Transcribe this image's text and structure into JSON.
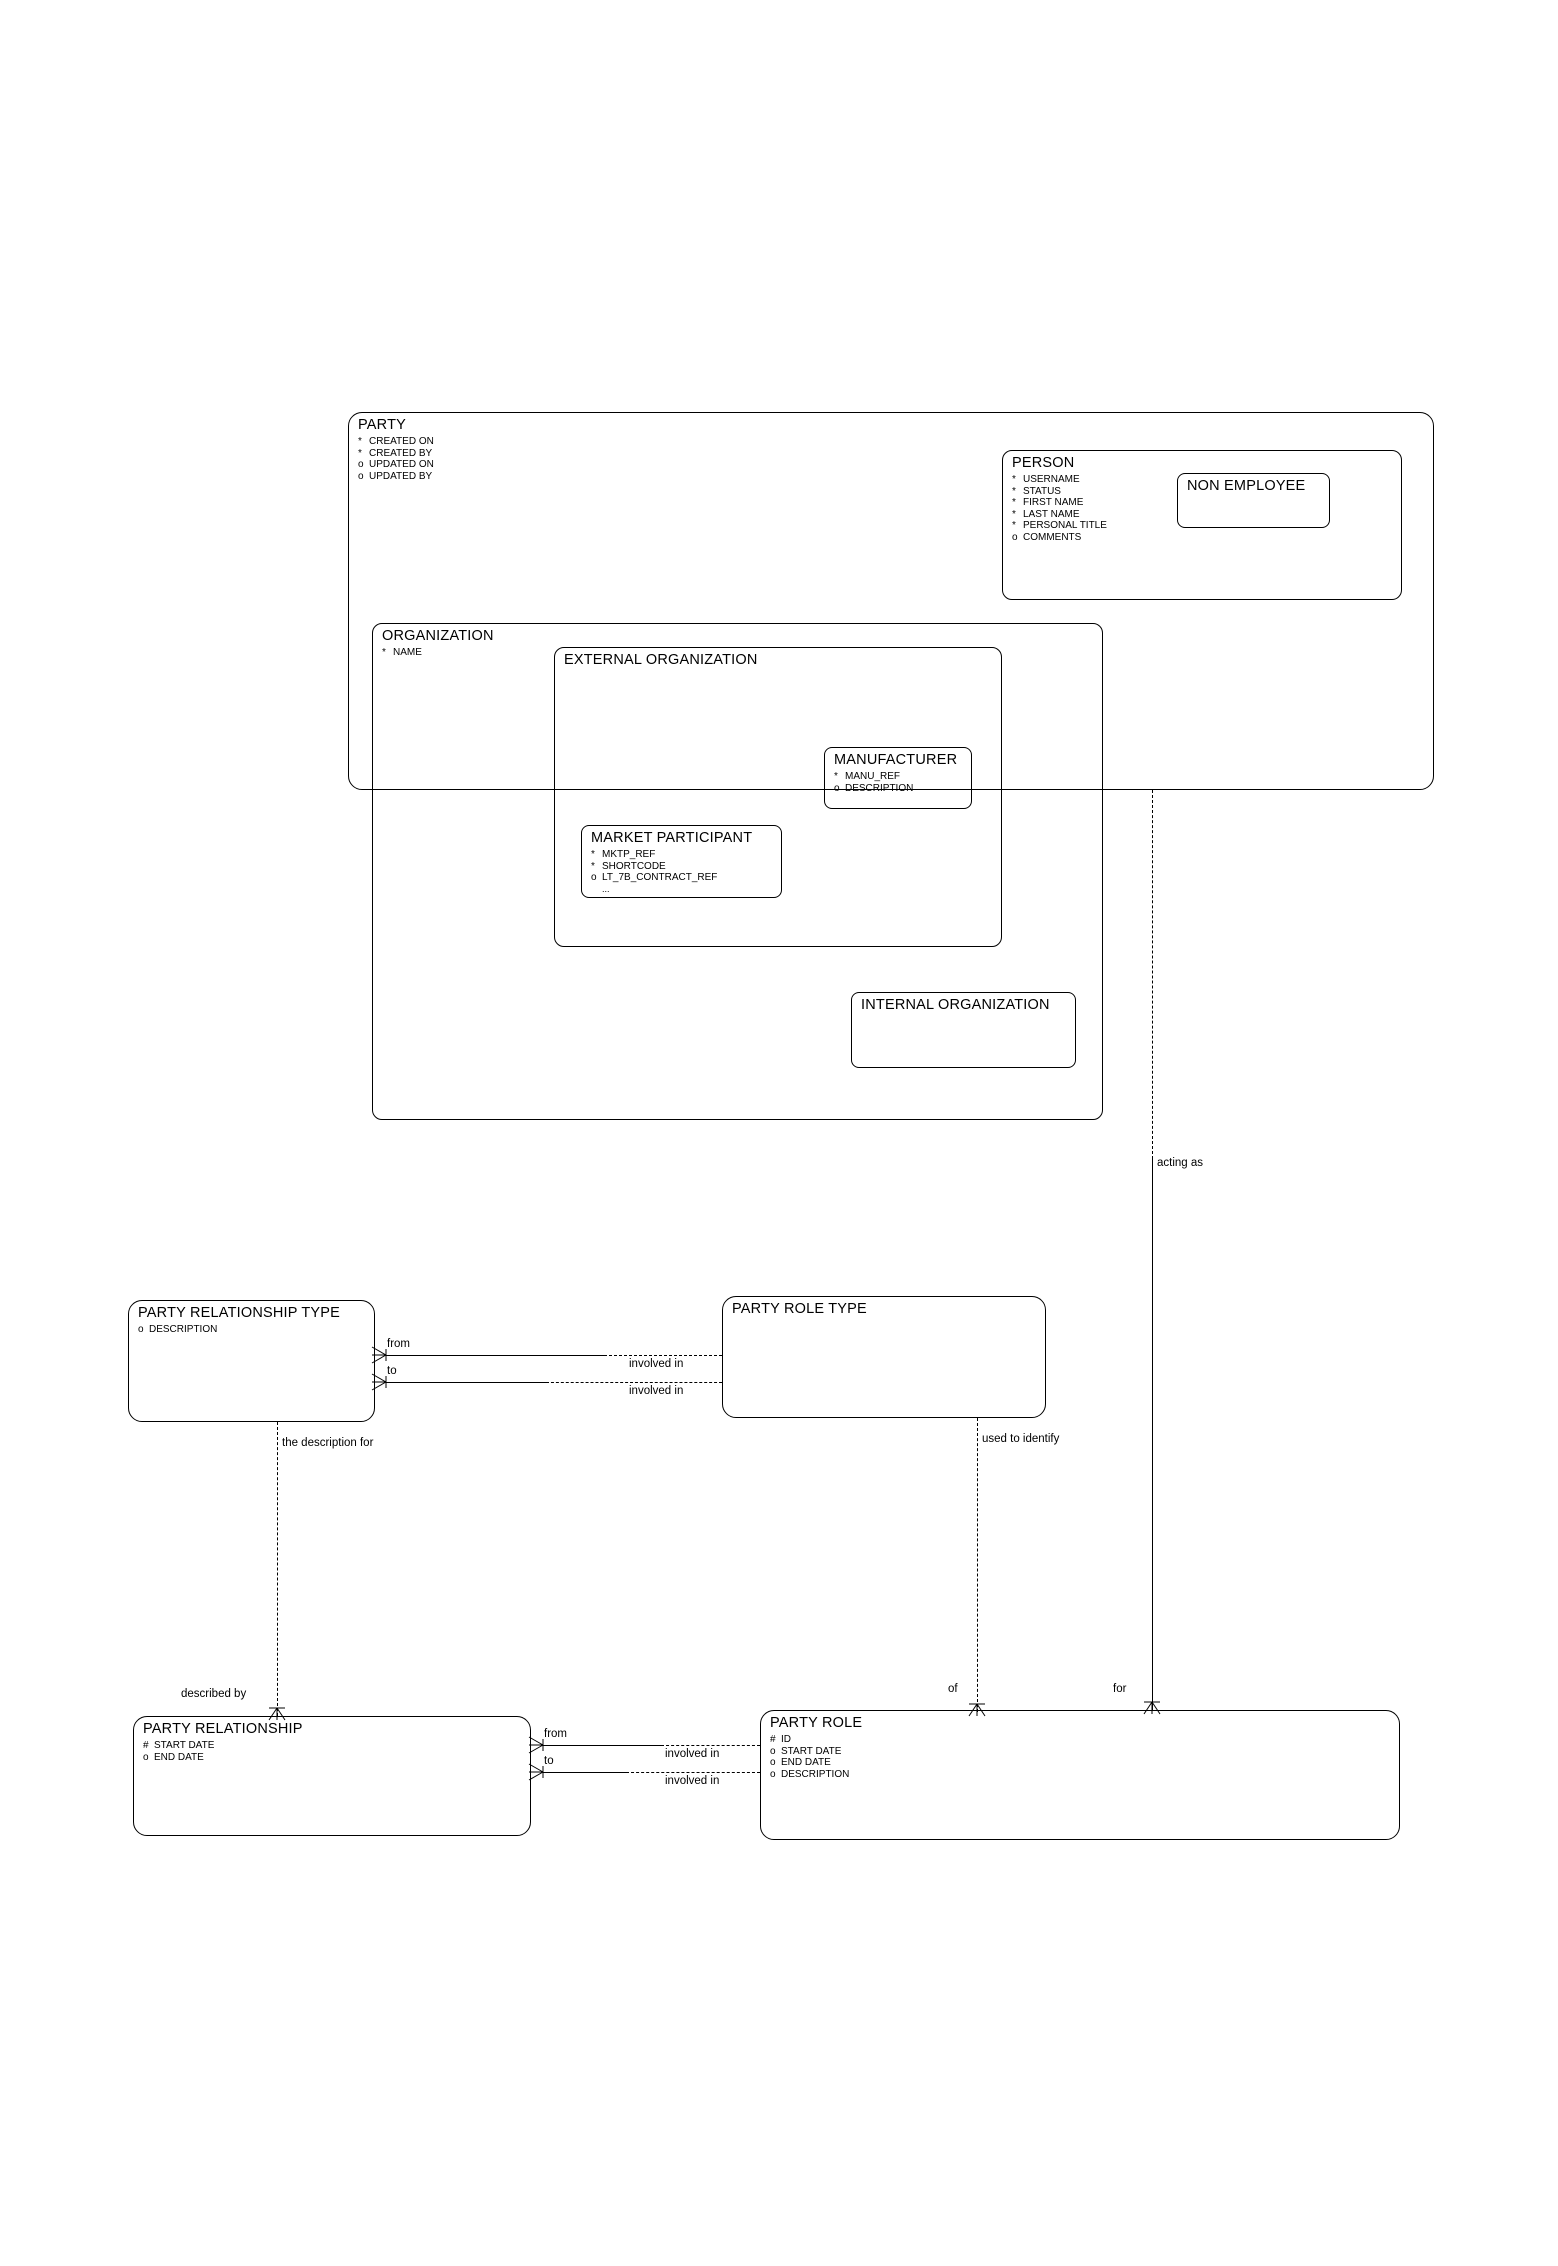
{
  "diagram": {
    "type": "entity-relationship-diagram",
    "notation": "barker-crows-foot"
  },
  "entities": {
    "party": {
      "name": "PARTY",
      "attributes": [
        {
          "marker": "*",
          "label": "CREATED ON"
        },
        {
          "marker": "*",
          "label": "CREATED BY"
        },
        {
          "marker": "o",
          "label": "UPDATED ON"
        },
        {
          "marker": "o",
          "label": "UPDATED BY"
        }
      ]
    },
    "person": {
      "name": "PERSON",
      "attributes": [
        {
          "marker": "*",
          "label": "USERNAME"
        },
        {
          "marker": "*",
          "label": "STATUS"
        },
        {
          "marker": "*",
          "label": "FIRST NAME"
        },
        {
          "marker": "*",
          "label": "LAST NAME"
        },
        {
          "marker": "*",
          "label": "PERSONAL TITLE"
        },
        {
          "marker": "o",
          "label": "COMMENTS"
        }
      ]
    },
    "non_employee": {
      "name": "NON EMPLOYEE",
      "attributes": []
    },
    "organization": {
      "name": "ORGANIZATION",
      "attributes": [
        {
          "marker": "*",
          "label": "NAME"
        }
      ]
    },
    "external_organization": {
      "name": "EXTERNAL ORGANIZATION",
      "attributes": []
    },
    "manufacturer": {
      "name": "MANUFACTURER",
      "attributes": [
        {
          "marker": "*",
          "label": "MANU_REF"
        },
        {
          "marker": "o",
          "label": "DESCRIPTION"
        }
      ]
    },
    "market_participant": {
      "name": "MARKET PARTICIPANT",
      "attributes": [
        {
          "marker": "*",
          "label": "MKTP_REF"
        },
        {
          "marker": "*",
          "label": "SHORTCODE"
        },
        {
          "marker": "o",
          "label": "LT_7B_CONTRACT_REF"
        },
        {
          "marker": "",
          "label": "..."
        }
      ]
    },
    "internal_organization": {
      "name": "INTERNAL ORGANIZATION",
      "attributes": []
    },
    "party_relationship_type": {
      "name": "PARTY RELATIONSHIP TYPE",
      "attributes": [
        {
          "marker": "o",
          "label": "DESCRIPTION"
        }
      ]
    },
    "party_role_type": {
      "name": "PARTY ROLE TYPE",
      "attributes": []
    },
    "party_relationship": {
      "name": "PARTY RELATIONSHIP",
      "attributes": [
        {
          "marker": "#",
          "label": "START DATE"
        },
        {
          "marker": "o",
          "label": "END DATE"
        }
      ]
    },
    "party_role": {
      "name": "PARTY ROLE",
      "attributes": [
        {
          "marker": "#",
          "label": "ID"
        },
        {
          "marker": "o",
          "label": "START DATE"
        },
        {
          "marker": "o",
          "label": "END DATE"
        },
        {
          "marker": "o",
          "label": "DESCRIPTION"
        }
      ]
    }
  },
  "relationships": {
    "acting_as": {
      "label": "acting as"
    },
    "for": {
      "label": "for"
    },
    "used_to_identify": {
      "label": "used to identify"
    },
    "of": {
      "label": "of"
    },
    "the_description_for": {
      "label": "the description for"
    },
    "described_by": {
      "label": "described by"
    },
    "prt_from": {
      "label": "from"
    },
    "prt_to": {
      "label": "to"
    },
    "prt_involved_in_1": {
      "label": "involved in"
    },
    "prt_involved_in_2": {
      "label": "involved in"
    },
    "pr_from": {
      "label": "from"
    },
    "pr_to": {
      "label": "to"
    },
    "pr_involved_in_1": {
      "label": "involved in"
    },
    "pr_involved_in_2": {
      "label": "involved in"
    }
  },
  "colors": {
    "line": "#000000",
    "background": "#ffffff",
    "text": "#000000"
  }
}
